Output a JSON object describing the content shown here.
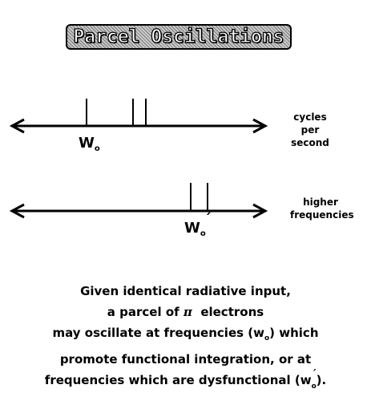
{
  "title": "Parcel Oscillations",
  "lines": [
    {
      "id": "top",
      "side_label_lines": [
        "cycles per",
        "second"
      ],
      "marker_label": "W",
      "marker_subscript": "o",
      "marker_prime": ""
    },
    {
      "id": "bottom",
      "side_label_lines": [
        "higher",
        "frequencies"
      ],
      "marker_label": "W",
      "marker_subscript": "o",
      "marker_prime": "´"
    }
  ],
  "caption": {
    "line1": "Given identical radiative input,",
    "line2_pre": "a parcel of ",
    "line2_symbol": "π",
    "line2_post": "  electrons",
    "line3": "may oscillate at frequencies (w",
    "line3_sub": "o",
    "line3_end": ") which",
    "line4": "promote functional integration, or at",
    "line5": "frequencies which are dysfunctional (w",
    "line5_sup": "´",
    "line5_sub": "o",
    "line5_end": ")."
  }
}
